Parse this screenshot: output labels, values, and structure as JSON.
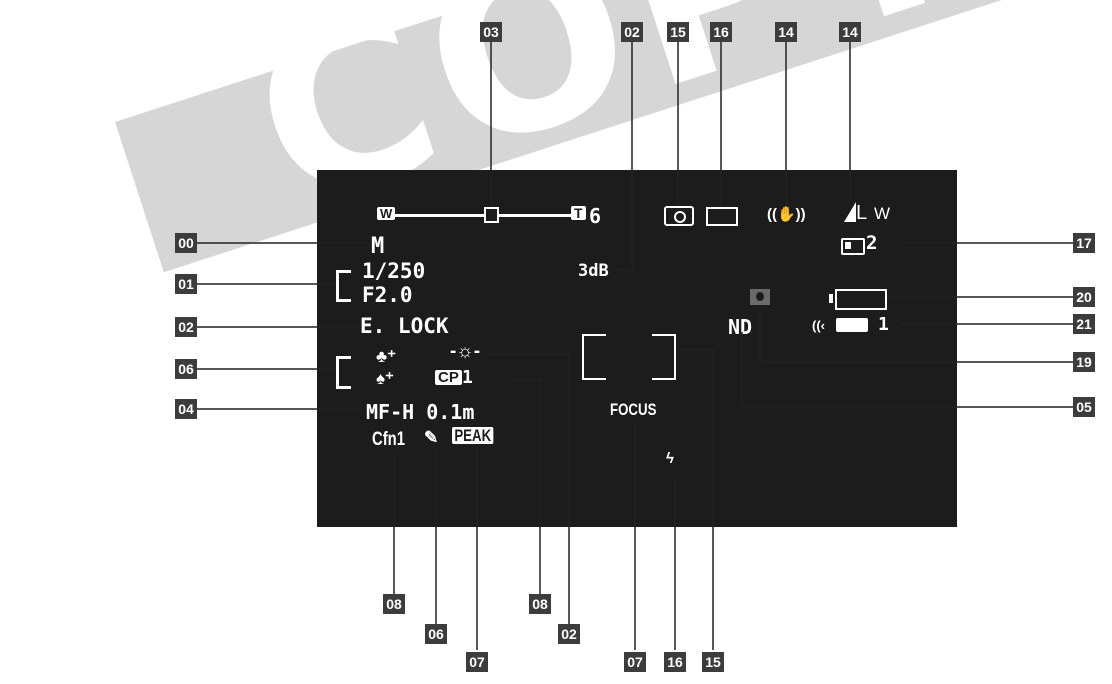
{
  "watermark": {
    "text": "COPY"
  },
  "screen": {
    "zoom": {
      "wide_label": "W",
      "tele_label": "T",
      "value": "6"
    },
    "mode": "M",
    "shutter": "1/250",
    "aperture": "F2.0",
    "gain": "3dB",
    "exposure_lock": "E. LOCK",
    "focus": "MF-H 0.1m",
    "focus_label": "FOCUS",
    "custom_function": "Cfn1",
    "peaking": "PEAK",
    "custom_preset": {
      "badge": "CP",
      "value": "1"
    },
    "nd": "ND",
    "image_quality": "L",
    "aspect": "W",
    "memory_card": "2",
    "remote_battery": "1"
  },
  "callouts": {
    "left": [
      "00",
      "01",
      "02",
      "06",
      "04"
    ],
    "top": [
      "03",
      "02",
      "15",
      "16",
      "14",
      "14"
    ],
    "right": [
      "17",
      "20",
      "21",
      "19",
      "05"
    ],
    "bottom": [
      "08",
      "06",
      "08",
      "02",
      "07",
      "16",
      "15",
      "07"
    ]
  },
  "colors": {
    "screen": "#1c1c1c",
    "tag": "#3c3c3c",
    "watermark": "#d6d6d6"
  }
}
